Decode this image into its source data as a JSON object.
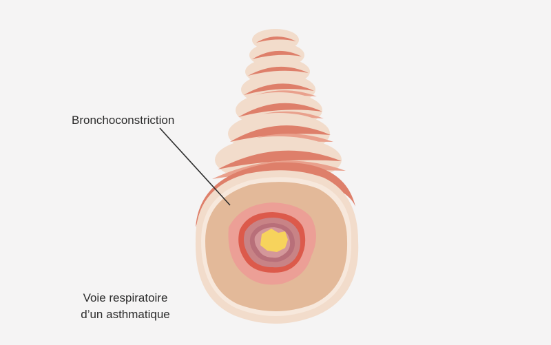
{
  "labels": {
    "bronchoconstriction": "Bronchoconstriction",
    "caption_line1": "Voie respiratoire",
    "caption_line2": "d’un asthmatique"
  },
  "colors": {
    "background": "#f5f4f4",
    "outer_wall": "#f2dccb",
    "muscle_band": "#de7f6a",
    "muscle_band_light": "#e9a08c",
    "airway_tissue": "#e3b999",
    "lining_light": "#f7e8dc",
    "inflamed_outer": "#ec9f96",
    "inflamed_ring": "#dc5a4b",
    "mucosa_mid": "#c88386",
    "mucosa_inner": "#b86f79",
    "mucus": "#f7d35c",
    "leader_line": "#2b2b2b"
  }
}
